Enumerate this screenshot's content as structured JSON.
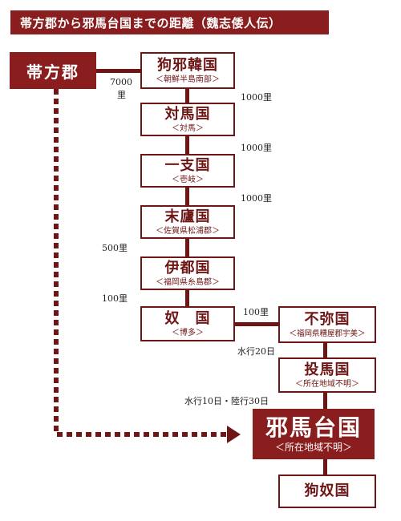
{
  "title": "帯方郡から邪馬台国までの距離（魏志倭人伝）",
  "start": {
    "name": "帯方郡"
  },
  "nodes": [
    {
      "name": "狗邪韓国",
      "sub": "＜朝鮮半島南部＞"
    },
    {
      "name": "対馬国",
      "sub": "＜対馬＞"
    },
    {
      "name": "一支国",
      "sub": "＜壱岐＞"
    },
    {
      "name": "末廬国",
      "sub": "＜佐賀県松浦郡＞"
    },
    {
      "name": "伊都国",
      "sub": "＜福岡県糸島郡＞"
    },
    {
      "name": "奴　国",
      "sub": "＜博多＞"
    },
    {
      "name": "不弥国",
      "sub": "＜福岡県糟屋郡宇美＞"
    },
    {
      "name": "投馬国",
      "sub": "＜所在地域不明＞"
    },
    {
      "name": "狗奴国",
      "sub": ""
    }
  ],
  "goal": {
    "name": "邪馬台国",
    "sub": "＜所在地域不明＞"
  },
  "distances": {
    "d1_line1": "7000",
    "d1_line2": "里",
    "d2": "1000里",
    "d3": "1000里",
    "d4": "1000里",
    "d5": "500里",
    "d6": "100里",
    "d7": "100里",
    "d8": "水行20日",
    "d9": "水行10日・陸行30日"
  },
  "colors": {
    "accent": "#8a1e1e",
    "line": "#6e1616"
  }
}
